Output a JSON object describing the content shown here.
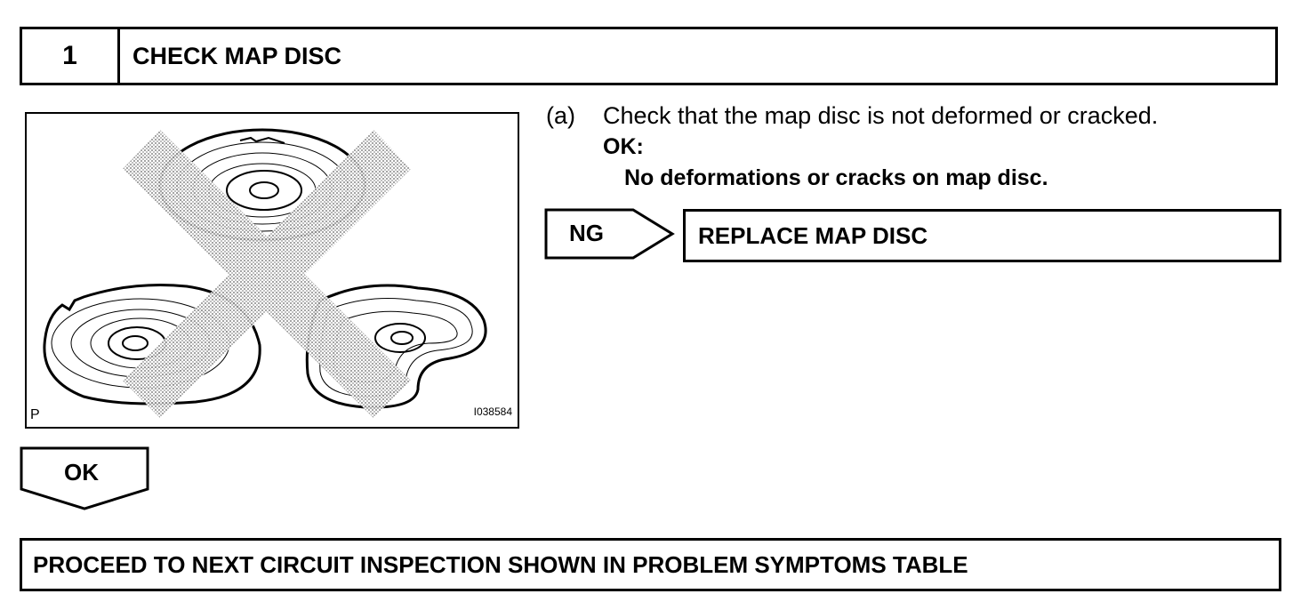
{
  "step": {
    "number": "1",
    "title": "CHECK MAP DISC"
  },
  "illustration": {
    "left_code": "P",
    "right_code": "I038584"
  },
  "instruction": {
    "label": "(a)",
    "text": "Check that the map disc is not deformed or cracked.",
    "ok_label": "OK:",
    "ok_criteria": "No deformations or cracks on map disc."
  },
  "ng": {
    "label": "NG",
    "action": "REPLACE MAP DISC"
  },
  "ok": {
    "label": "OK"
  },
  "next_step": {
    "text": "PROCEED TO NEXT CIRCUIT INSPECTION SHOWN IN PROBLEM SYMPTOMS TABLE"
  }
}
